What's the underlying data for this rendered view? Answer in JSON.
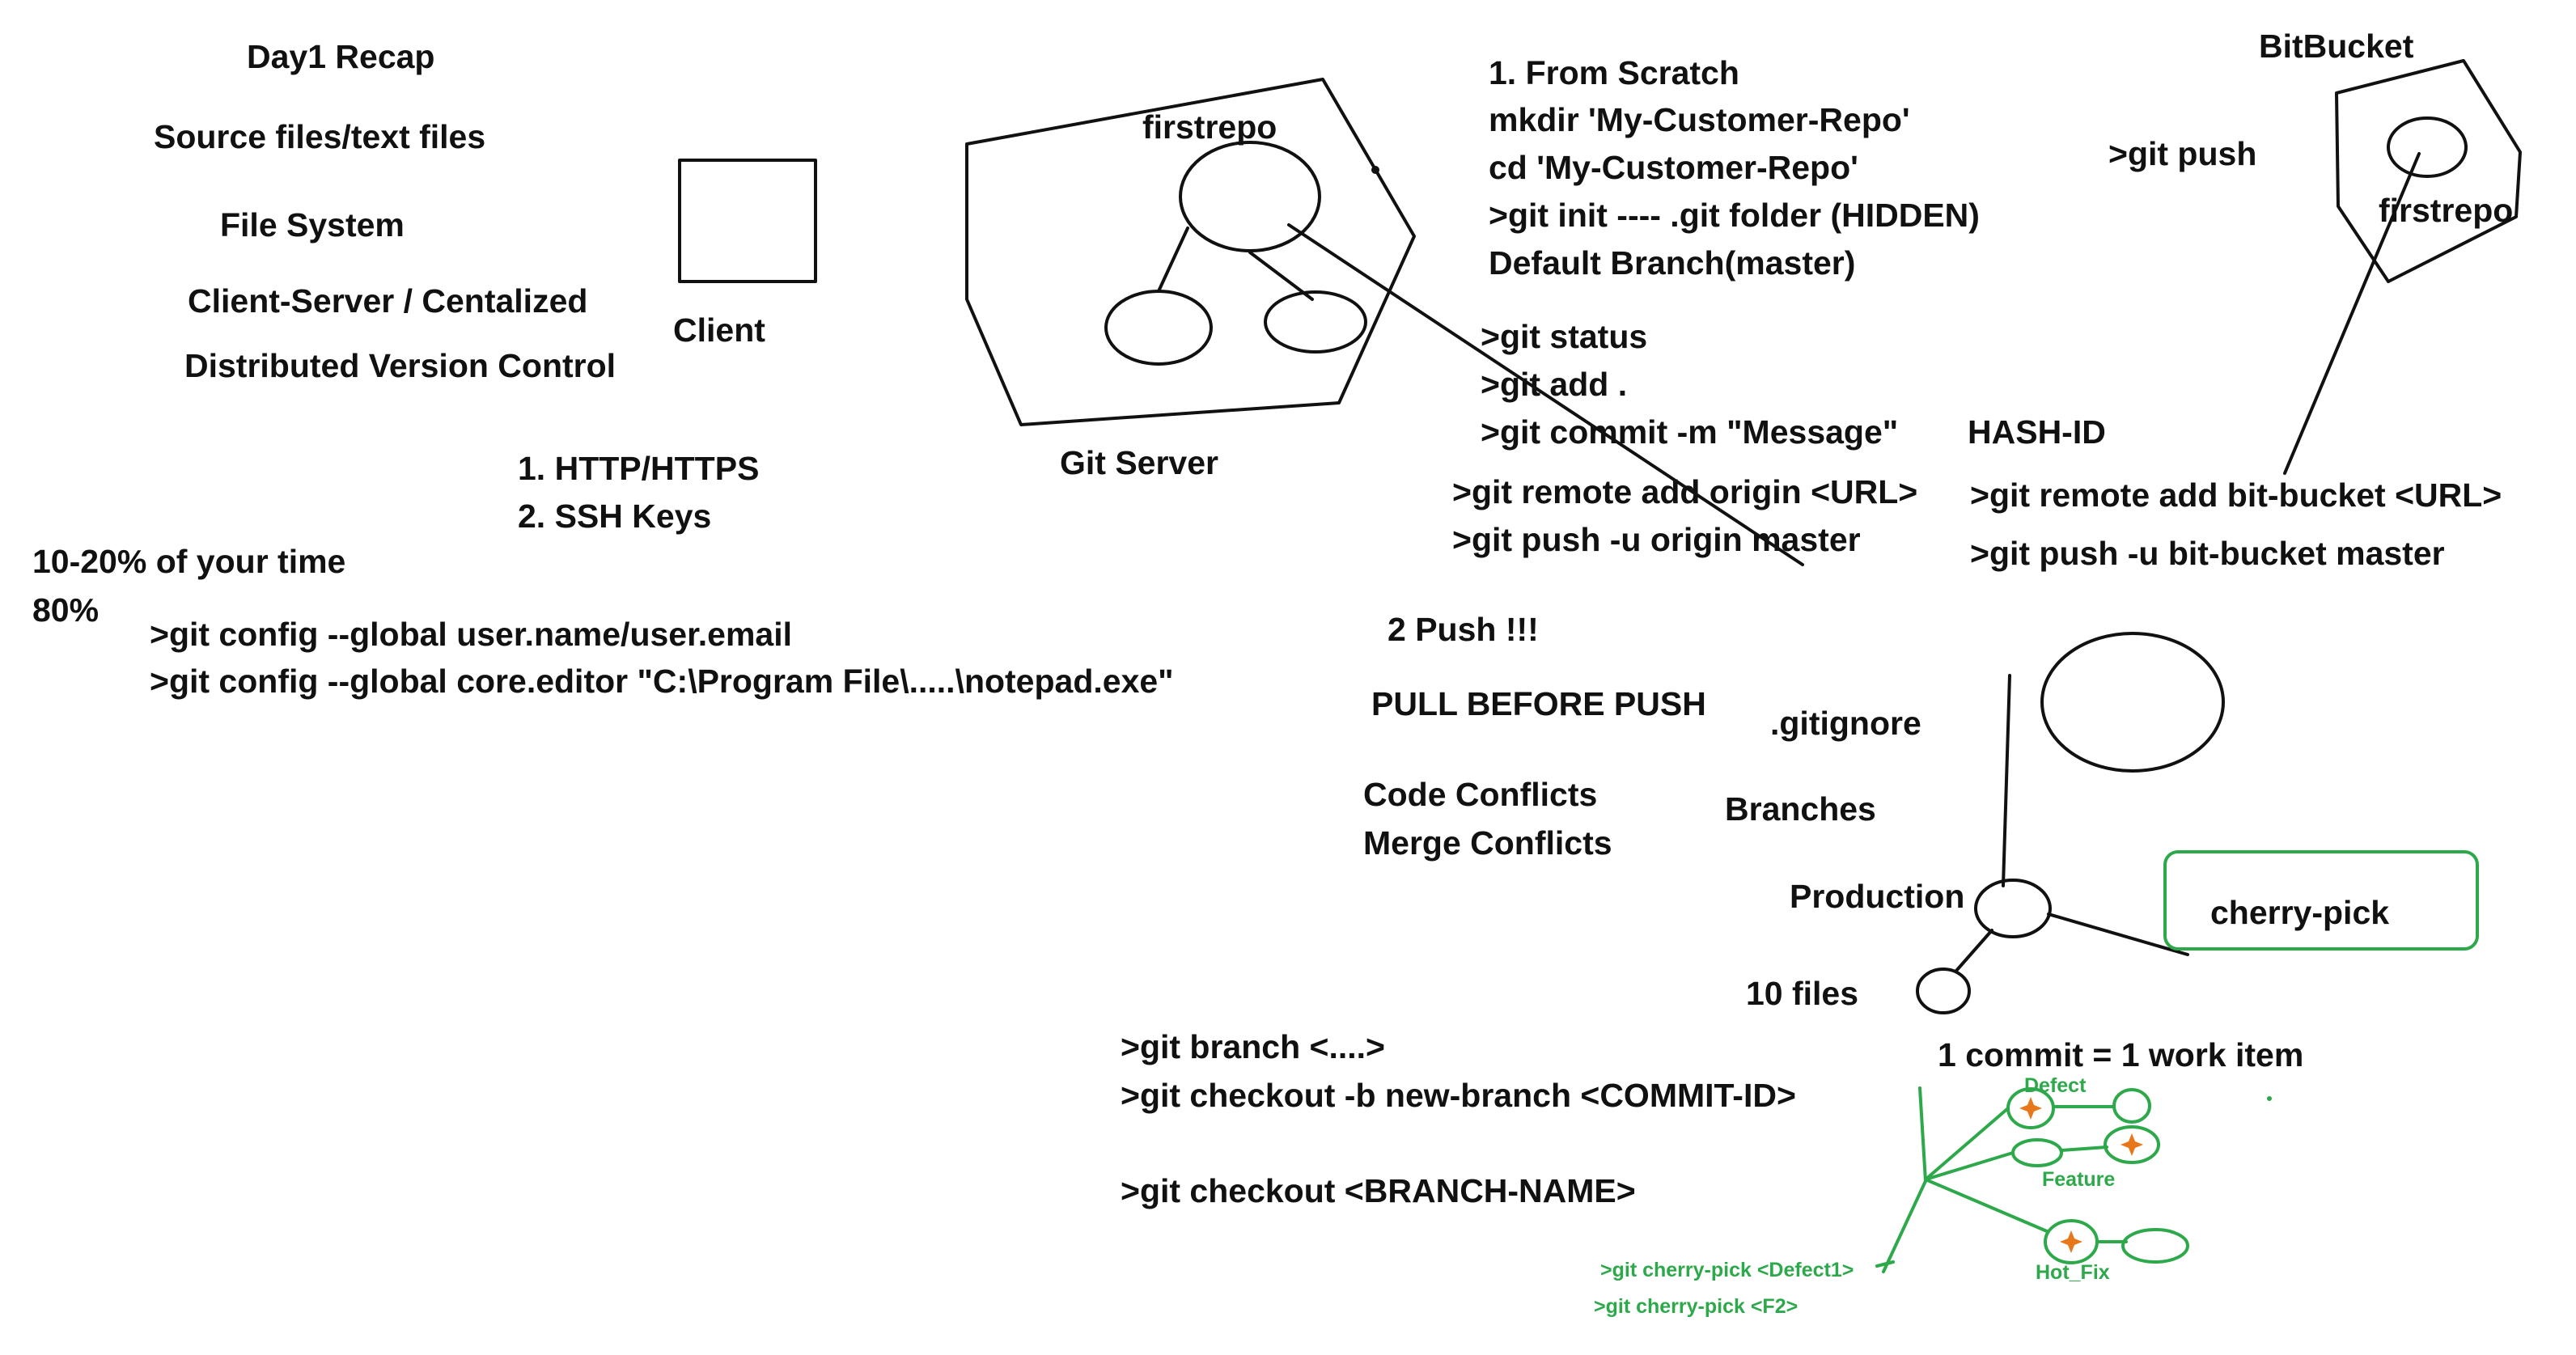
{
  "colors": {
    "ink": "#111111",
    "green": "#2da84a",
    "star": "#e8761a",
    "background": "#ffffff"
  },
  "left": {
    "title": "Day1 Recap",
    "source_files": "Source files/text files",
    "file_system": "File System",
    "client_server": "Client-Server / Centalized",
    "distributed": "Distributed Version Control",
    "client": "Client",
    "protocols": [
      "1. HTTP/HTTPS",
      "2. SSH Keys"
    ],
    "time": "10-20% of your time",
    "percent": "80%",
    "config_commands": [
      ">git config --global user.name/user.email",
      ">git config --global core.editor \"C:\\Program File\\.....\\notepad.exe\""
    ]
  },
  "git_server": {
    "repo_name": "firstrepo",
    "label": "Git Server"
  },
  "steps": {
    "heading": "1. From Scratch",
    "lines": [
      "mkdir 'My-Customer-Repo'",
      "cd 'My-Customer-Repo'",
      ">git init ---- .git folder (HIDDEN)",
      "Default Branch(master)"
    ],
    "git_commands": [
      ">git status",
      ">git add .",
      ">git commit -m \"Message\""
    ],
    "remote_origin": [
      ">git remote add origin <URL>",
      ">git push -u origin master"
    ]
  },
  "bitbucket": {
    "title": "BitBucket",
    "repo_name": "firstrepo",
    "push": ">git push",
    "hash_id": "HASH-ID",
    "remote_commands": [
      ">git remote add bit-bucket <URL>",
      ">git push -u bit-bucket master"
    ]
  },
  "middle": {
    "two_push": "2 Push !!!",
    "pull_before_push": "PULL BEFORE PUSH",
    "code_conflicts": "Code Conflicts",
    "merge_conflicts": "Merge Conflicts",
    "gitignore": ".gitignore",
    "branches": "Branches",
    "production": "Production",
    "ten_files": "10 files",
    "cherry_pick": "cherry-pick",
    "commit_rule": "1 commit = 1 work item"
  },
  "branch_commands": [
    ">git branch <....>",
    ">git checkout -b new-branch <COMMIT-ID>",
    ">git checkout <BRANCH-NAME>"
  ],
  "green_tree": {
    "labels": {
      "defect": "Defect",
      "feature": "Feature",
      "hot_fix": "Hot_Fix"
    },
    "commands": [
      ">git cherry-pick <Defect1>",
      ">git cherry-pick <F2>"
    ]
  }
}
